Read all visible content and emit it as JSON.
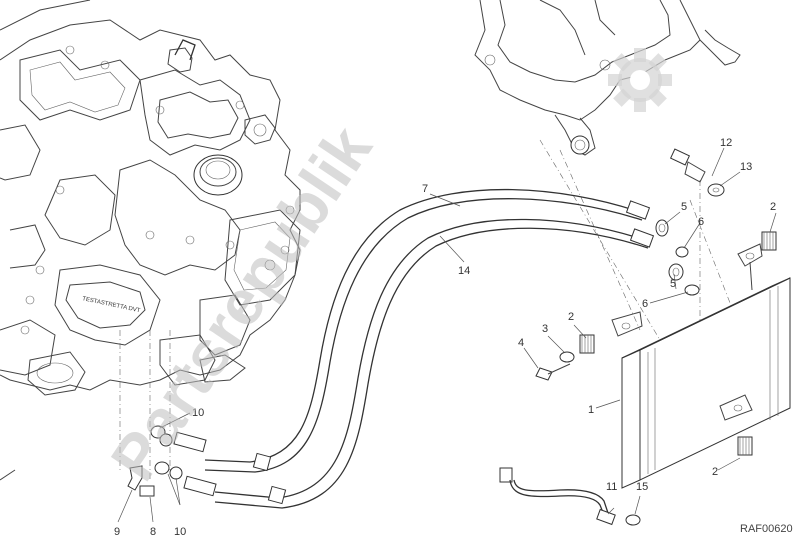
{
  "watermark": {
    "text": "Partsrepublik"
  },
  "drawing_code": "RAF00620",
  "engine_plate_text": "TESTASTRETTA DVT",
  "callouts": [
    {
      "id": "c1",
      "label": "1"
    },
    {
      "id": "c2a",
      "label": "2"
    },
    {
      "id": "c2b",
      "label": "2"
    },
    {
      "id": "c2c",
      "label": "2"
    },
    {
      "id": "c3",
      "label": "3"
    },
    {
      "id": "c4",
      "label": "4"
    },
    {
      "id": "c5a",
      "label": "5"
    },
    {
      "id": "c5b",
      "label": "5"
    },
    {
      "id": "c6a",
      "label": "6"
    },
    {
      "id": "c6b",
      "label": "6"
    },
    {
      "id": "c7",
      "label": "7"
    },
    {
      "id": "c8",
      "label": "8"
    },
    {
      "id": "c9",
      "label": "9"
    },
    {
      "id": "c10a",
      "label": "10"
    },
    {
      "id": "c10b",
      "label": "10"
    },
    {
      "id": "c11",
      "label": "11"
    },
    {
      "id": "c12",
      "label": "12"
    },
    {
      "id": "c13",
      "label": "13"
    },
    {
      "id": "c14",
      "label": "14"
    },
    {
      "id": "c15",
      "label": "15"
    }
  ]
}
